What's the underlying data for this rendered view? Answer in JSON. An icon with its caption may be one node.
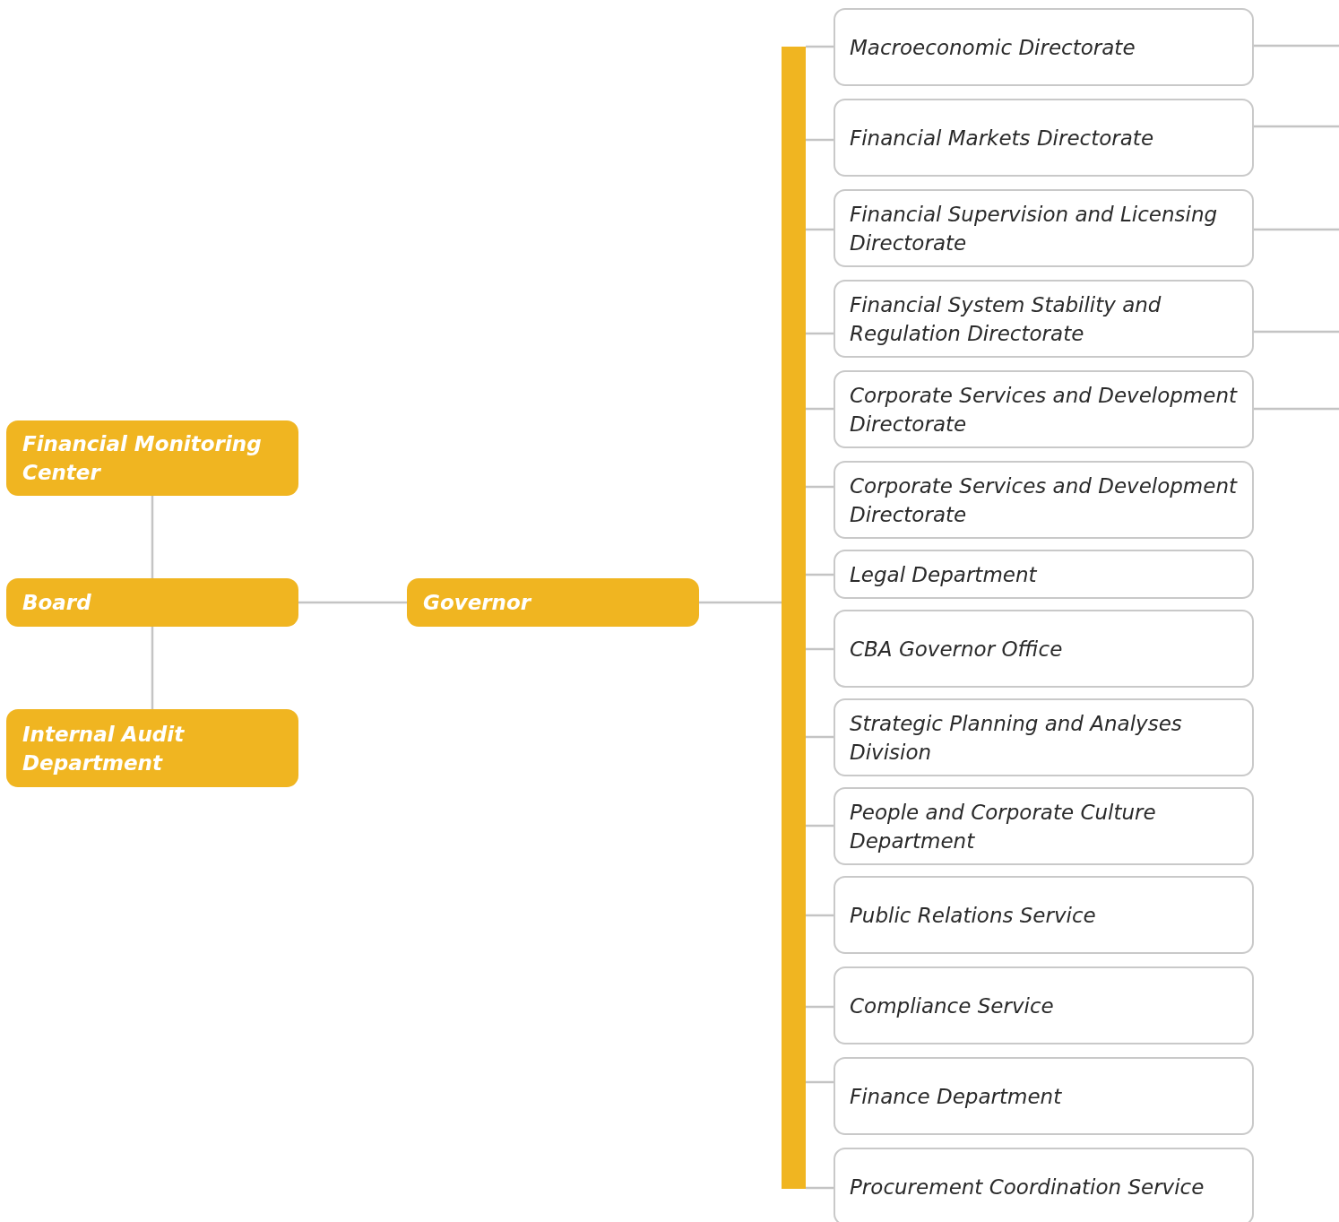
{
  "diagram": {
    "nodes": [
      {
        "text": [
          "Financial Monitoring Center"
        ]
      },
      {
        "text": [
          "Board"
        ]
      },
      {
        "text": [
          "Internal Audit Department"
        ]
      },
      {
        "text": [
          "Governor"
        ]
      },
      {
        "text": [],
        "shape": "bar"
      },
      {
        "text": [
          "Macroeconomic Directorate"
        ]
      },
      {
        "text": [
          "Financial Markets Directorate"
        ]
      },
      {
        "text": [
          "Financial Supervision and Licensing Directorate"
        ]
      },
      {
        "text": [
          "Financial System Stability and Regulation Directorate"
        ]
      },
      {
        "text": [
          "Corporate Services and Development Directorate"
        ]
      },
      {
        "text": [
          "Corporate Services and Development Directorate"
        ]
      },
      {
        "text": [
          "Legal Department"
        ]
      },
      {
        "text": [
          "CBA Governor Office"
        ]
      },
      {
        "text": [
          "Strategic Planning and Analyses Division"
        ]
      },
      {
        "text": [
          "People and Corporate Culture Department"
        ]
      },
      {
        "text": [
          "Public Relations Service"
        ]
      },
      {
        "text": [
          "Compliance Service"
        ]
      },
      {
        "text": [
          "Finance Department"
        ]
      },
      {
        "text": [
          "Procurement Coordination Service"
        ]
      }
    ],
    "edges": [
      {
        "from": 0,
        "to": 1,
        "arrow": "none"
      },
      {
        "from": 1,
        "to": 2,
        "arrow": "none"
      },
      {
        "from": 1,
        "to": 3,
        "arrow": "none"
      },
      {
        "from": 3,
        "to": 4,
        "arrow": "none"
      },
      {
        "from": 4,
        "to": 5,
        "arrow": "none"
      },
      {
        "from": 4,
        "to": 6,
        "arrow": "none"
      },
      {
        "from": 4,
        "to": 7,
        "arrow": "none"
      },
      {
        "from": 4,
        "to": 8,
        "arrow": "none"
      },
      {
        "from": 4,
        "to": 9,
        "arrow": "none"
      },
      {
        "from": 4,
        "to": 10,
        "arrow": "none"
      },
      {
        "from": 4,
        "to": 11,
        "arrow": "none"
      },
      {
        "from": 4,
        "to": 12,
        "arrow": "none"
      },
      {
        "from": 4,
        "to": 13,
        "arrow": "none"
      },
      {
        "from": 4,
        "to": 14,
        "arrow": "none"
      },
      {
        "from": 4,
        "to": 15,
        "arrow": "none"
      },
      {
        "from": 4,
        "to": 16,
        "arrow": "none"
      },
      {
        "from": 4,
        "to": 17,
        "arrow": "none"
      },
      {
        "from": 4,
        "to": 18,
        "arrow": "none"
      },
      {
        "from": 5,
        "to": null,
        "arrow": "none"
      },
      {
        "from": 6,
        "to": null,
        "arrow": "none"
      },
      {
        "from": 7,
        "to": null,
        "arrow": "none"
      },
      {
        "from": 8,
        "to": null,
        "arrow": "none"
      },
      {
        "from": 9,
        "to": null,
        "arrow": "none"
      }
    ]
  }
}
